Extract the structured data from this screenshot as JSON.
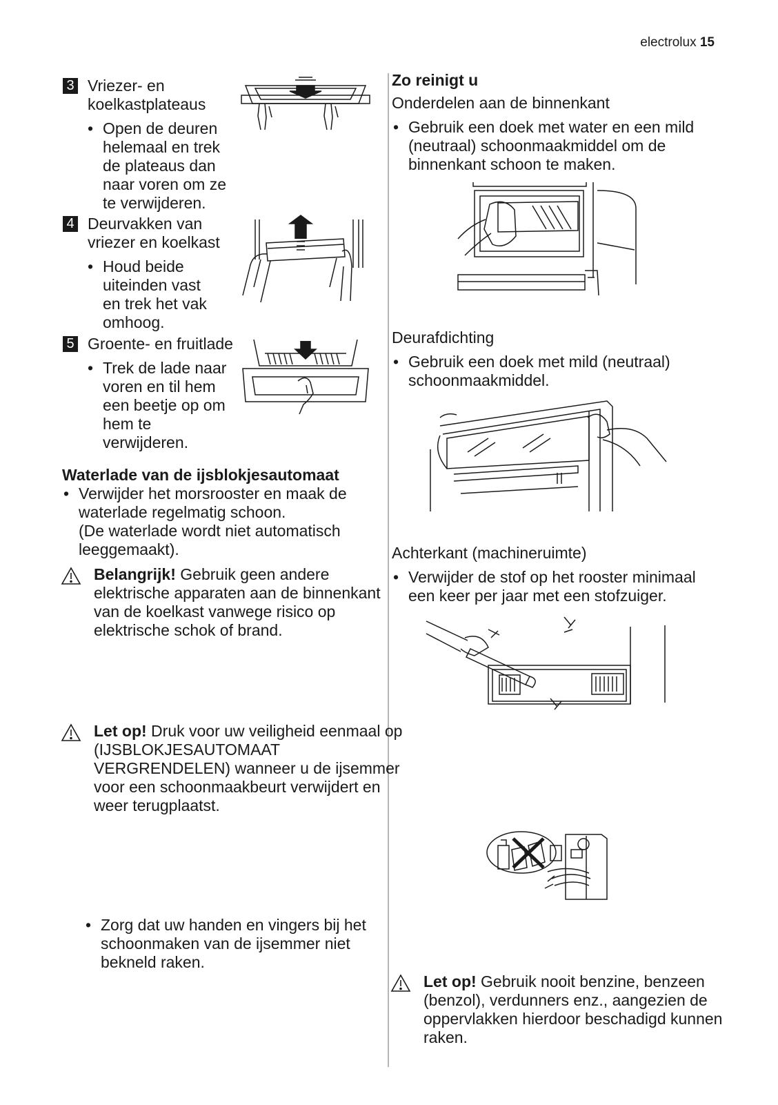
{
  "header": {
    "brand": "electrolux",
    "page_number": "15"
  },
  "left": {
    "steps": [
      {
        "num": "3",
        "title": "Vriezer- en koelkastplateaus",
        "bullet": "Open de deuren helemaal en trek de plateaus dan naar voren om ze te verwijderen.",
        "icon": "shelf-removal-illustration"
      },
      {
        "num": "4",
        "title": "Deurvakken van vriezer en koelkast",
        "bullet": "Houd beide uiteinden vast en trek het vak omhoog.",
        "icon": "door-bin-removal-illustration"
      },
      {
        "num": "5",
        "title": "Groente- en fruitlade",
        "bullet": "Trek de lade naar voren en til hem een beetje op om hem te verwijderen.",
        "icon": "crisper-drawer-illustration"
      }
    ],
    "water_tray": {
      "heading": "Waterlade van de ijsblokjesautomaat",
      "bullet": "Verwijder het morsrooster en maak de waterlade regelmatig schoon.",
      "note": "(De waterlade wordt niet automatisch leeggemaakt)."
    },
    "warning_important": {
      "label": "Belangrijk!",
      "text": "Gebruik geen andere elektrische apparaten aan de binnenkant van de koelkast vanwege risico op elektrische schok of brand."
    },
    "warning_caution": {
      "label": "Let op!",
      "text": "Druk voor uw veiligheid eenmaal op (IJSBLOKJESAUTOMAAT VERGRENDELEN) wanneer u de ijsemmer voor een schoonmaakbeurt verwijdert en weer terugplaatst."
    },
    "final_bullet": "Zorg dat uw handen en vingers bij het schoonmaken van de ijsemmer niet bekneld raken."
  },
  "right": {
    "heading": "Zo reinigt u",
    "interior": {
      "subheading": "Onderdelen aan de binnenkant",
      "bullet": "Gebruik een doek met water en een mild (neutraal) schoonmaakmiddel om de binnenkant schoon te maken."
    },
    "gasket": {
      "subheading": "Deurafdichting",
      "bullet": "Gebruik een doek met mild (neutraal) schoonmaakmiddel."
    },
    "rear": {
      "subheading": "Achterkant (machineruimte)",
      "bullet": "Verwijder de stof op het rooster minimaal een keer per jaar met een stofzuiger."
    },
    "warning_caution": {
      "label": "Let op!",
      "text": "Gebruik nooit benzine, benzeen (benzol), verdunners enz., aangezien de oppervlakken hierdoor beschadigd kunnen raken."
    }
  }
}
